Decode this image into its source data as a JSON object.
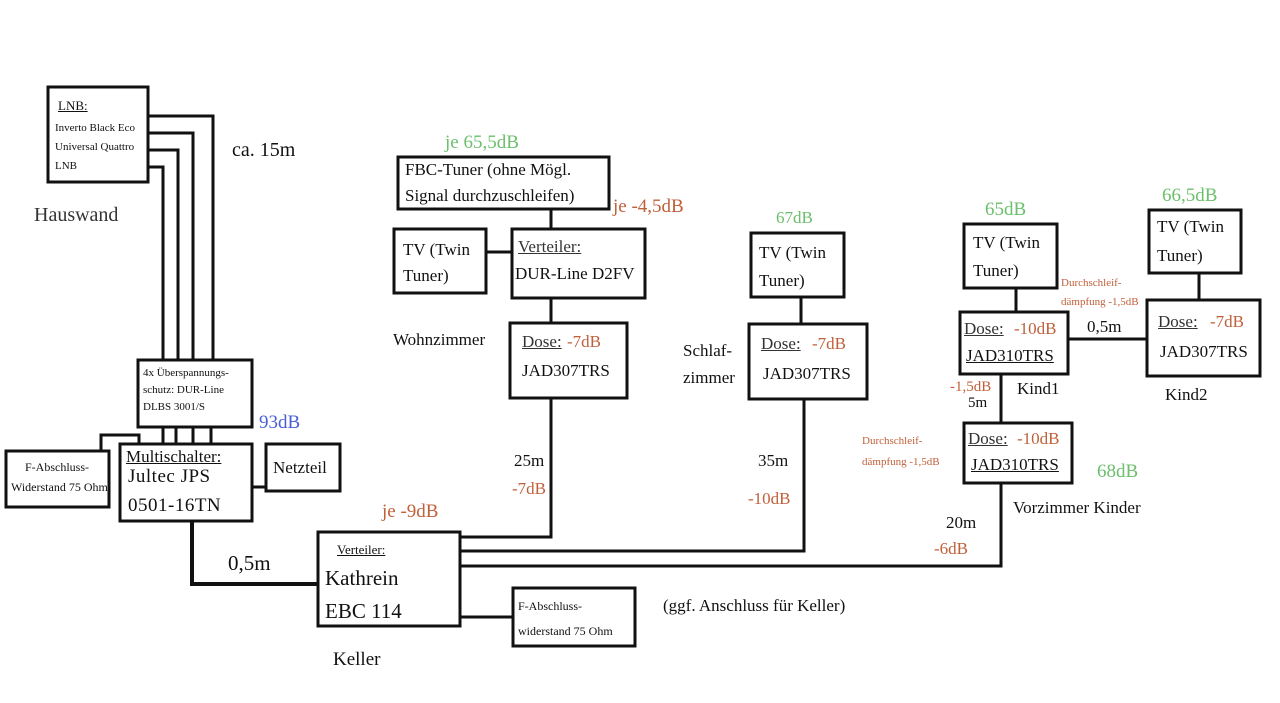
{
  "colors": {
    "gain": "#6cbf6c",
    "loss": "#c0603a",
    "source_level": "#4a5fd6",
    "line": "#111111"
  },
  "lnb": {
    "heading": "LNB:",
    "line1": "Inverto Black Eco",
    "line2": "Universal Quattro",
    "line3": "LNB"
  },
  "cable_lnb_length": "ca. 15m",
  "location_hauswand": "Hauswand",
  "surge": {
    "line1": "4x Überspannungs-",
    "line2": "schutz: DUR-Line",
    "line3": "DLBS 3001/S"
  },
  "multiswitch_level": "93dB",
  "multiswitch": {
    "heading": "Multischalter:",
    "line1": "Jultec JPS",
    "line2": "0501-16TN"
  },
  "termination_left": {
    "line1": "F-Abschluss-",
    "line2": "Widerstand 75 Ohm"
  },
  "power_supply": "Netzteil",
  "cable_ms_splitter": "0,5m",
  "splitter_main": {
    "loss": "je -9dB",
    "heading": "Verteiler:",
    "line1": "Kathrein",
    "line2": "EBC 114"
  },
  "location_keller": "Keller",
  "termination_keller": {
    "line1": "F-Abschluss-",
    "line2": "widerstand 75 Ohm"
  },
  "keller_note": "(ggf. Anschluss für Keller)",
  "wohnzimmer": {
    "fbc_level": "je 65,5dB",
    "fbc": {
      "line1": "FBC-Tuner (ohne Mögl.",
      "line2": "Signal durchzuschleifen)"
    },
    "splitter_loss": "je -4,5dB",
    "tv": {
      "line1": "TV (Twin",
      "line2": "Tuner)"
    },
    "splitter": {
      "heading": "Verteiler:",
      "line1": "DUR-Line D2FV"
    },
    "room": "Wohnzimmer",
    "outlet": {
      "heading": "Dose:",
      "loss": "-7dB",
      "model": "JAD307TRS"
    },
    "cable_length": "25m",
    "cable_loss": "-7dB"
  },
  "schlafzimmer": {
    "tv_level": "67dB",
    "tv": {
      "line1": "TV (Twin",
      "line2": "Tuner)"
    },
    "room_line1": "Schlaf-",
    "room_line2": "zimmer",
    "outlet": {
      "heading": "Dose:",
      "loss": "-7dB",
      "model": "JAD307TRS"
    },
    "cable_length": "35m",
    "cable_loss": "-10dB"
  },
  "kind1": {
    "tv_level": "65dB",
    "tv": {
      "line1": "TV (Twin",
      "line2": "Tuner)"
    },
    "passthrough_line1": "Durchschleif-",
    "passthrough_line2": "dämpfung -1,5dB",
    "outlet": {
      "heading": "Dose:",
      "loss": "-10dB",
      "model": "JAD310TRS"
    },
    "room": "Kind1",
    "link_loss": "-1,5dB",
    "link_length": "5m",
    "link_to_kind2": "0,5m"
  },
  "kind2": {
    "tv_level": "66,5dB",
    "tv": {
      "line1": "TV (Twin",
      "line2": "Tuner)"
    },
    "outlet": {
      "heading": "Dose:",
      "loss": "-7dB",
      "model": "JAD307TRS"
    },
    "room": "Kind2"
  },
  "vorzimmer": {
    "passthrough_line1": "Durchschleif-",
    "passthrough_line2": "dämpfung -1,5dB",
    "outlet": {
      "heading": "Dose:",
      "loss": "-10dB",
      "model": "JAD310TRS"
    },
    "level": "68dB",
    "room": "Vorzimmer Kinder",
    "cable_length": "20m",
    "cable_loss": "-6dB"
  }
}
